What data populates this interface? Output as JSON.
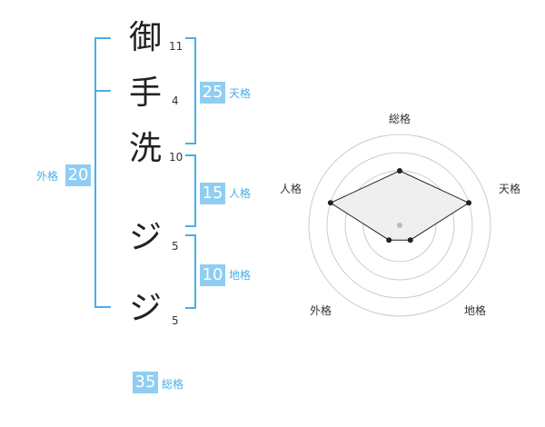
{
  "name_chars": [
    {
      "char": "御",
      "strokes": "11"
    },
    {
      "char": "手",
      "strokes": "4"
    },
    {
      "char": "洗",
      "strokes": "10"
    },
    {
      "char": "ジ",
      "strokes": "5"
    },
    {
      "char": "ジ",
      "strokes": "5"
    }
  ],
  "fortune": {
    "tenkaku": {
      "value": "25",
      "label": "天格"
    },
    "jinkaku": {
      "value": "15",
      "label": "人格"
    },
    "chikaku": {
      "value": "10",
      "label": "地格"
    },
    "gaikaku": {
      "value": "20",
      "label": "外格"
    },
    "soukaku": {
      "value": "35",
      "label": "総格"
    }
  },
  "chart_data": {
    "type": "radar",
    "axes": [
      "総格",
      "天格",
      "地格",
      "外格",
      "人格"
    ],
    "values": [
      3,
      4,
      1,
      1,
      4
    ],
    "rmax": 4,
    "colors": {
      "fill": "#ededed",
      "stroke": "#222222",
      "grid": "#cccccc",
      "center": "#bbbbbb"
    }
  }
}
